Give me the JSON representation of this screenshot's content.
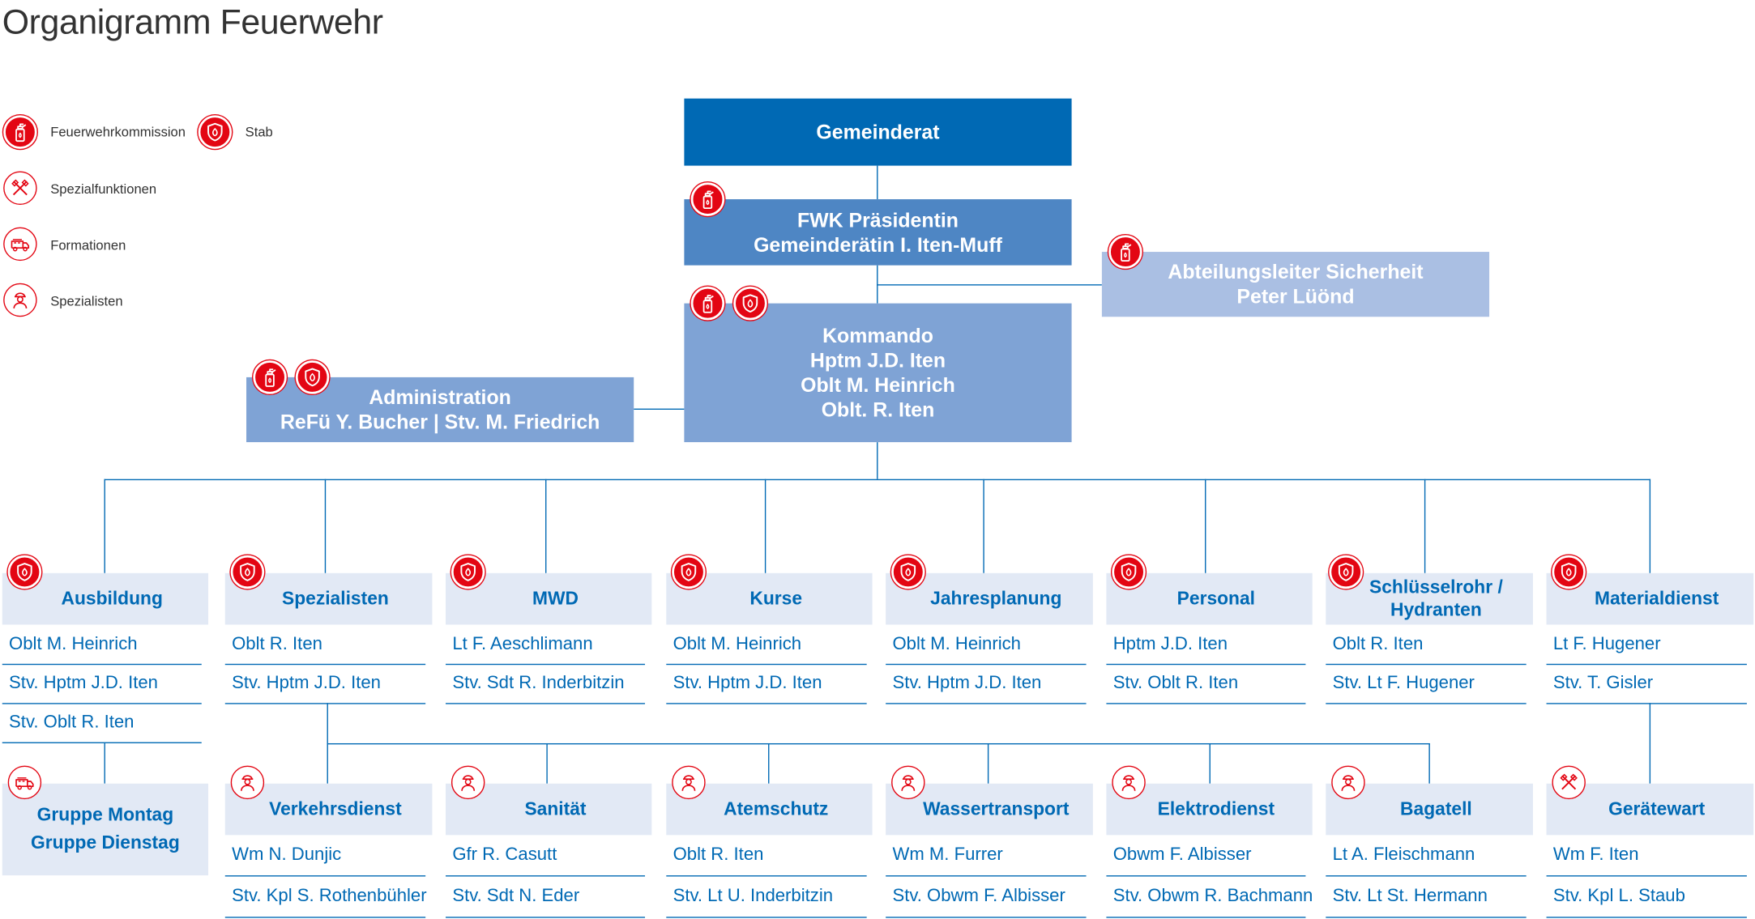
{
  "title": "Organigramm Feuerwehr",
  "legend": [
    {
      "icon": "fire-extinguisher-icon",
      "label": "Feuerwehrkommission"
    },
    {
      "icon": "shield-flame-icon",
      "label": "Stab"
    },
    {
      "icon": "crossed-axes-icon",
      "label": "Spezialfunktionen"
    },
    {
      "icon": "fire-truck-icon",
      "label": "Formationen"
    },
    {
      "icon": "firefighter-icon",
      "label": "Spezialisten"
    }
  ],
  "gemeinderat": "Gemeinderat",
  "fwk": {
    "line1": "FWK Präsidentin",
    "line2": "Gemeinderätin I. Iten-Muff"
  },
  "abteilungsleiter": {
    "line1": "Abteilungsleiter Sicherheit",
    "line2": "Peter Lüönd"
  },
  "kommando": {
    "line1": "Kommando",
    "line2": "Hptm J.D. Iten",
    "line3": "Oblt M. Heinrich",
    "line4": "Oblt. R. Iten"
  },
  "administration": {
    "line1": "Administration",
    "line2": "ReFü Y. Bucher | Stv. M. Friedrich"
  },
  "departments": [
    {
      "name": "Ausbildung",
      "people": [
        "Oblt M. Heinrich",
        "Stv. Hptm J.D. Iten",
        "Stv. Oblt R. Iten"
      ]
    },
    {
      "name": "Spezialisten",
      "people": [
        "Oblt R. Iten",
        "Stv. Hptm J.D. Iten"
      ]
    },
    {
      "name": "MWD",
      "people": [
        "Lt F. Aeschlimann",
        "Stv. Sdt R. Inderbitzin"
      ]
    },
    {
      "name": "Kurse",
      "people": [
        "Oblt M. Heinrich",
        "Stv. Hptm J.D. Iten"
      ]
    },
    {
      "name": "Jahresplanung",
      "people": [
        "Oblt M. Heinrich",
        "Stv. Hptm J.D. Iten"
      ]
    },
    {
      "name": "Personal",
      "people": [
        "Hptm J.D. Iten",
        "Stv. Oblt R. Iten"
      ]
    },
    {
      "name_line1": "Schlüsselrohr /",
      "name_line2": "Hydranten",
      "people": [
        "Oblt R. Iten",
        "Stv. Lt F. Hugener"
      ]
    },
    {
      "name": "Materialdienst",
      "people": [
        "Lt F. Hugener",
        "Stv. T. Gisler"
      ]
    }
  ],
  "gruppe": {
    "line1": "Gruppe Montag",
    "line2": "Gruppe Dienstag"
  },
  "specialists": [
    {
      "name": "Verkehrsdienst",
      "people": [
        "Wm N. Dunjic",
        "Stv. Kpl S. Rothenbühler"
      ]
    },
    {
      "name": "Sanität",
      "people": [
        "Gfr R. Casutt",
        "Stv. Sdt N. Eder"
      ]
    },
    {
      "name": "Atemschutz",
      "people": [
        "Oblt R. Iten",
        "Stv. Lt U. Inderbitzin"
      ]
    },
    {
      "name": "Wassertransport",
      "people": [
        "Wm M. Furrer",
        "Stv. Obwm F. Albisser"
      ]
    },
    {
      "name": "Elektrodienst",
      "people": [
        "Obwm F. Albisser",
        "Stv. Obwm R. Bachmann"
      ]
    },
    {
      "name": "Bagatell",
      "people": [
        "Lt A. Fleischmann",
        "Stv. Lt St. Hermann"
      ]
    }
  ],
  "geraetewart": {
    "name": "Gerätewart",
    "people": [
      "Wm F. Iten",
      "Stv. Kpl L. Staub"
    ]
  }
}
